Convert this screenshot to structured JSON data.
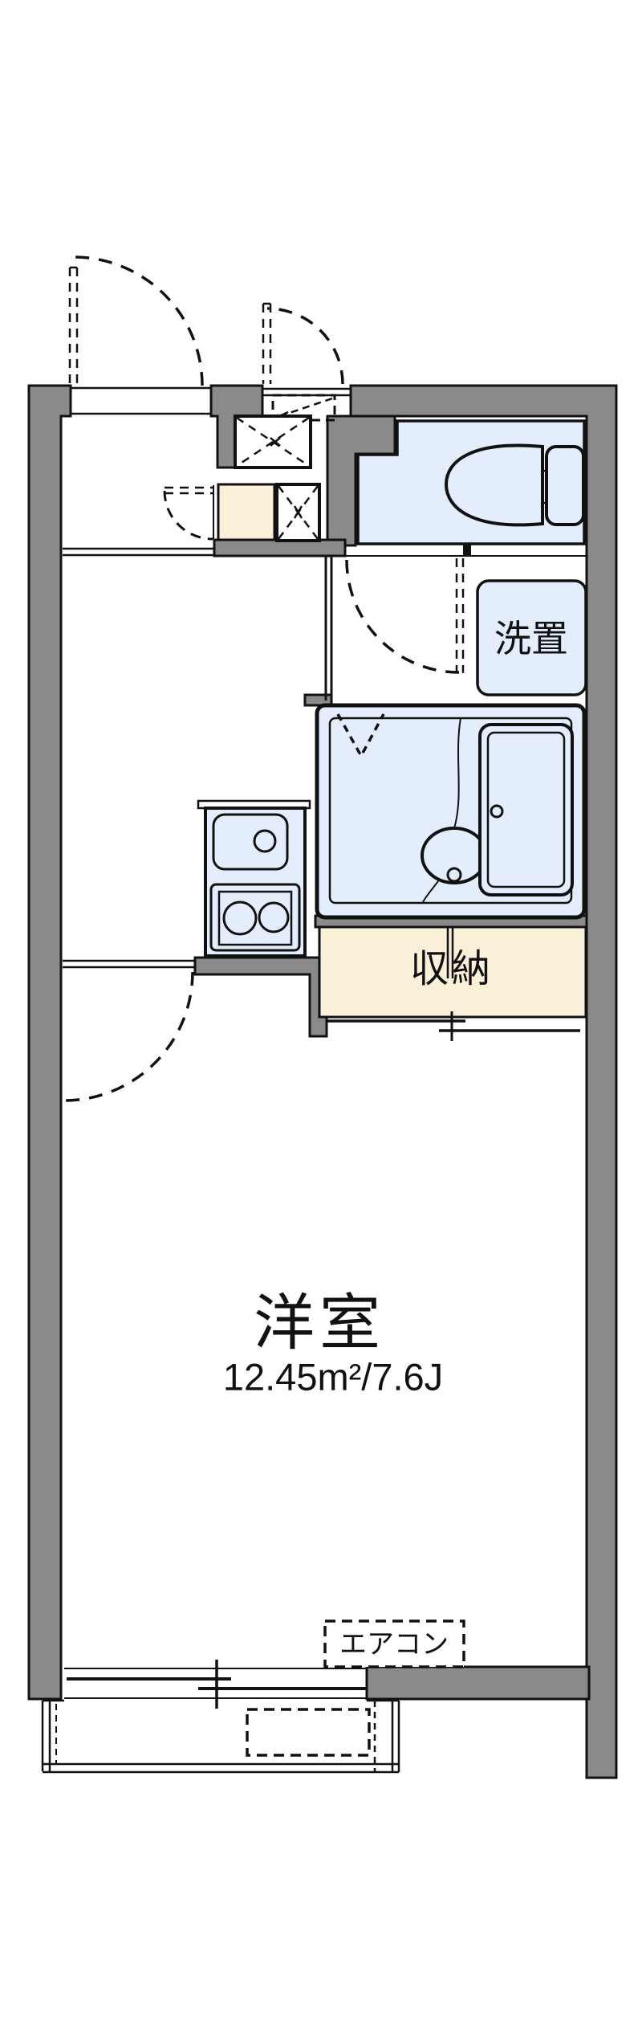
{
  "labels": {
    "main_room_name": "洋室",
    "main_room_area": "12.45m²/7.6J",
    "storage": "収納",
    "washer_space": "洗置",
    "aircon": "エアコン"
  },
  "colors": {
    "wall": "#8a8a8a",
    "water": "#e3edfb",
    "cream": "#faf0da",
    "line": "#111111",
    "bg": "#ffffff"
  },
  "fixtures": [
    "entrance-door",
    "left-exterior-door",
    "overhead-storage",
    "entrance-step",
    "shoe-storage",
    "toilet",
    "washing-machine-space",
    "washroom-door",
    "bathroom",
    "bathtub",
    "wash-basin",
    "folding-bath-door",
    "kitchen-sink",
    "two-burner-stove",
    "storage-closet",
    "sliding-closet-door",
    "room-door",
    "air-conditioner",
    "sliding-window",
    "balcony",
    "balcony-service-space"
  ]
}
